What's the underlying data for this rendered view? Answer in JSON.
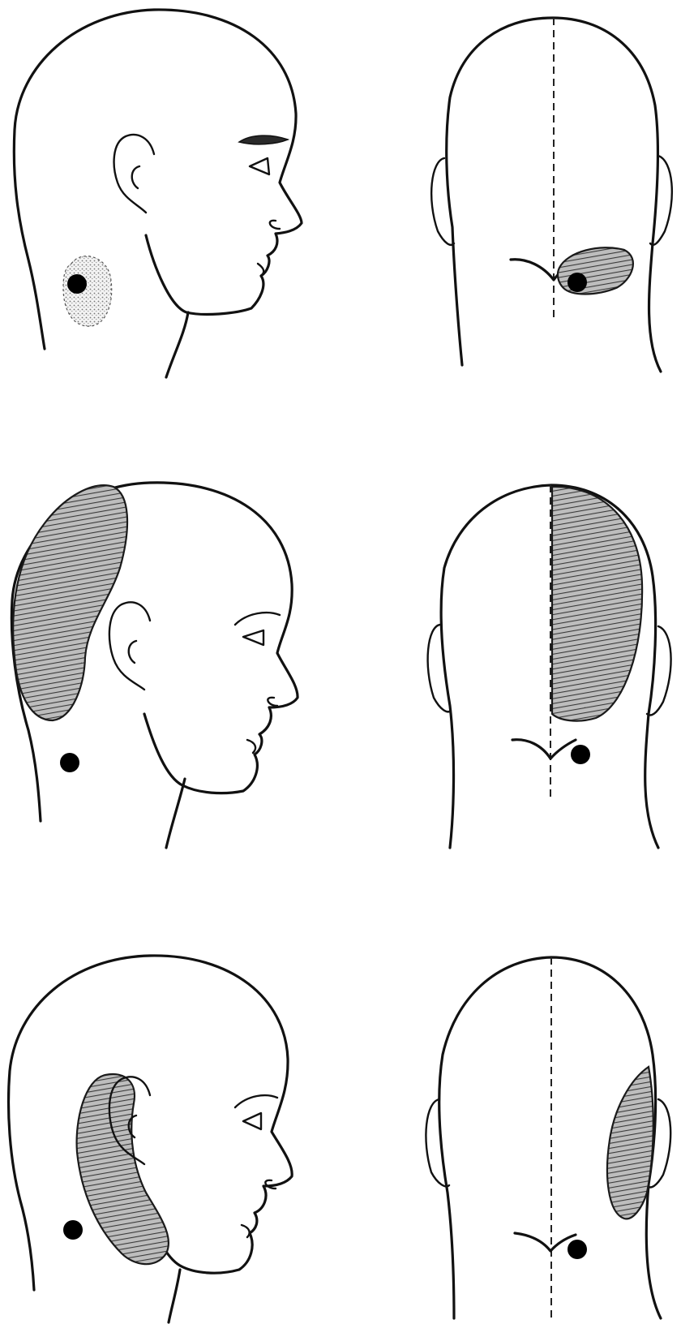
{
  "figure": {
    "panels": [
      {
        "row": 1,
        "view": "side",
        "shaded_region": "upper-neck"
      },
      {
        "row": 1,
        "view": "back",
        "shaded_region": "suboccipital"
      },
      {
        "row": 2,
        "view": "side",
        "shaded_region": "occipital-parietal"
      },
      {
        "row": 2,
        "view": "back",
        "shaded_region": "occipital-parietal"
      },
      {
        "row": 3,
        "view": "side",
        "shaded_region": "behind-ear"
      },
      {
        "row": 3,
        "view": "back",
        "shaded_region": "behind-ear"
      }
    ],
    "marker_symbol": "circle-x-icon",
    "midline": "dashed",
    "colors": {
      "ink": "#111111",
      "shade": "#444444",
      "background": "#ffffff"
    }
  }
}
